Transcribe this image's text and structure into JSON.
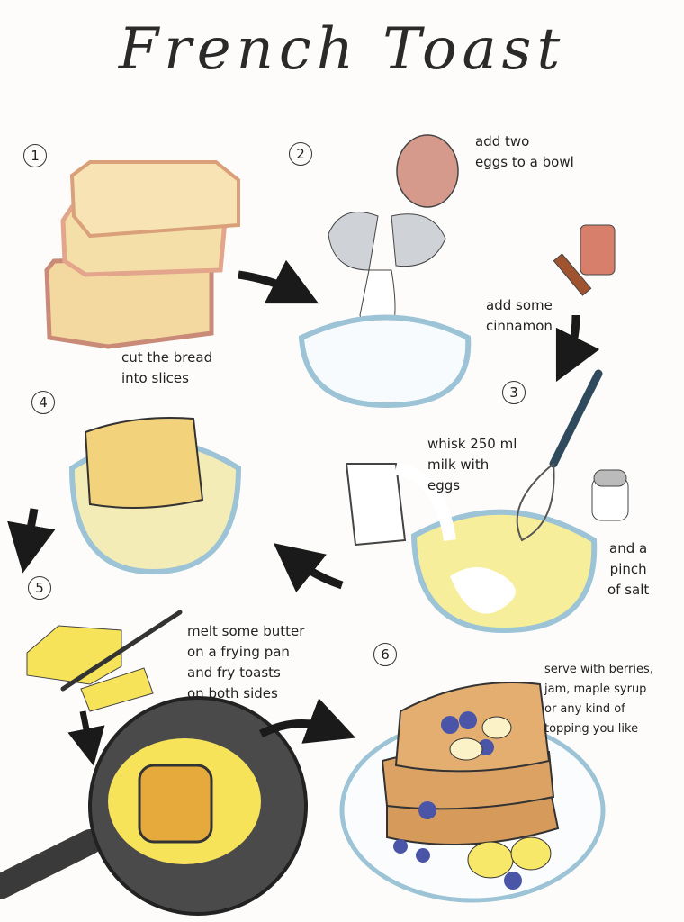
{
  "title": "French Toast",
  "steps": [
    {
      "number": "1",
      "text": "cut the bread\ninto slices"
    },
    {
      "number": "2",
      "text": "add two\neggs to a bowl",
      "extra": "add some\ncinnamon"
    },
    {
      "number": "3",
      "text": "whisk 250 ml\nmilk with\neggs",
      "extra": "and a\npinch\nof salt"
    },
    {
      "number": "4"
    },
    {
      "number": "5",
      "text": "melt some butter\non a frying pan\nand fry toasts\non both sides"
    },
    {
      "number": "6",
      "text": "serve with berries,\njam, maple syrup\nor any kind of\ntopping you like"
    }
  ],
  "colors": {
    "bread": "#f3d9a0",
    "crust": "#e3a58b",
    "butter": "#f6e35a",
    "bowl": "#9cc3d6",
    "pan": "#3a3a3a",
    "blueberry": "#4a55a8",
    "arrow": "#1a1a1a"
  }
}
